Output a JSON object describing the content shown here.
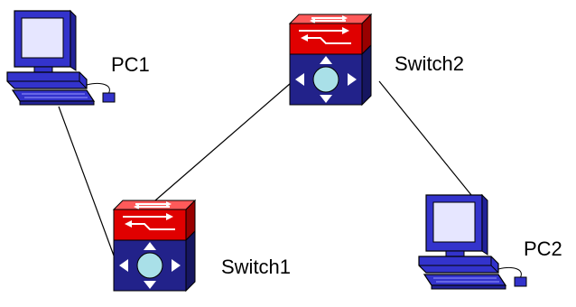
{
  "nodes": {
    "pc1": {
      "label": "PC1",
      "kind": "pc-icon"
    },
    "pc2": {
      "label": "PC2",
      "kind": "pc-icon"
    },
    "switch1": {
      "label": "Switch1",
      "kind": "switch-icon"
    },
    "switch2": {
      "label": "Switch2",
      "kind": "switch-icon"
    }
  },
  "links": [
    {
      "from": "pc1",
      "to": "switch1"
    },
    {
      "from": "switch1",
      "to": "switch2"
    },
    {
      "from": "switch2",
      "to": "pc2"
    }
  ],
  "colors": {
    "pc_body": "#3333cc",
    "pc_screen": "#e6e6ff",
    "switch_top": "#ff3333",
    "switch_band": "#cc0000",
    "switch_body": "#22228a",
    "switch_side": "#161660",
    "switch_circle": "#a9e0e8",
    "line": "#000000"
  }
}
